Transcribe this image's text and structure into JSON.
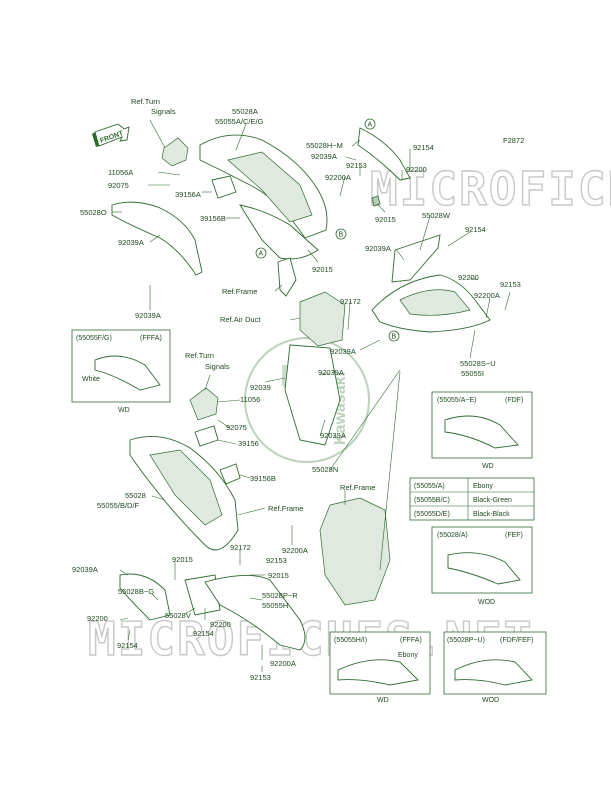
{
  "figure_code": "F2872",
  "front_label": "FRONT",
  "logo_text": "Kawasaki",
  "watermark": "MICROFICHES.NET",
  "callouts": [
    {
      "id": "ref-turn-signals-top-1",
      "text": "Ref.Turn"
    },
    {
      "id": "ref-turn-signals-top-2",
      "text": "Signals"
    },
    {
      "id": "p55028a",
      "text": "55028A"
    },
    {
      "id": "p55055aceg",
      "text": "55055A/C/E/G"
    },
    {
      "id": "p11056a",
      "text": "11056A"
    },
    {
      "id": "p92075-top",
      "text": "92075"
    },
    {
      "id": "p39156a",
      "text": "39156A"
    },
    {
      "id": "p55028o",
      "text": "55028O"
    },
    {
      "id": "p92039a-left",
      "text": "92039A"
    },
    {
      "id": "p39156b",
      "text": "39156B"
    },
    {
      "id": "p92039a-left-bottom",
      "text": "92039A"
    },
    {
      "id": "p55028h-m",
      "text": "55028H~M"
    },
    {
      "id": "p92039a-top-right",
      "text": "92039A"
    },
    {
      "id": "p92153-top",
      "text": "92153"
    },
    {
      "id": "p92200a-top",
      "text": "92200A"
    },
    {
      "id": "p92154-top",
      "text": "92154"
    },
    {
      "id": "p92200-top",
      "text": "92200"
    },
    {
      "id": "p92015-top",
      "text": "92015"
    },
    {
      "id": "p92015-mid",
      "text": "92015"
    },
    {
      "id": "p55028w",
      "text": "55028W"
    },
    {
      "id": "p92039a-right",
      "text": "92039A"
    },
    {
      "id": "p92154-right",
      "text": "92154"
    },
    {
      "id": "p92200-right",
      "text": "92200"
    },
    {
      "id": "p92153-right",
      "text": "92153"
    },
    {
      "id": "p92200a-right",
      "text": "92200A"
    },
    {
      "id": "ref-frame-top",
      "text": "Ref.Frame"
    },
    {
      "id": "p92172-top",
      "text": "92172"
    },
    {
      "id": "ref-air-duct",
      "text": "Ref.Air Duct"
    },
    {
      "id": "p92039a-center",
      "text": "92039A"
    },
    {
      "id": "p55028s-u",
      "text": "55028S~U"
    },
    {
      "id": "p55055i",
      "text": "55055I"
    },
    {
      "id": "ref-turn-signals-mid-1",
      "text": "Ref.Turn"
    },
    {
      "id": "ref-turn-signals-mid-2",
      "text": "Signals"
    },
    {
      "id": "p92039-mid",
      "text": "92039"
    },
    {
      "id": "p92039a-mid",
      "text": "92039A"
    },
    {
      "id": "p11056",
      "text": "11056"
    },
    {
      "id": "p92075-mid",
      "text": "92075"
    },
    {
      "id": "p39156",
      "text": "39156"
    },
    {
      "id": "p92039a-mid-low",
      "text": "92039A"
    },
    {
      "id": "p55028n",
      "text": "55028N"
    },
    {
      "id": "p39156b-mid",
      "text": "39156B"
    },
    {
      "id": "p55028",
      "text": "55028"
    },
    {
      "id": "p55055bdf",
      "text": "55055/B/D/F"
    },
    {
      "id": "ref-frame-mid",
      "text": "Ref.Frame"
    },
    {
      "id": "ref-frame-right",
      "text": "Ref.Frame"
    },
    {
      "id": "p92172-low",
      "text": "92172"
    },
    {
      "id": "p92200a-low",
      "text": "92200A"
    },
    {
      "id": "p92153-low",
      "text": "92153"
    },
    {
      "id": "p92039a-low-left",
      "text": "92039A"
    },
    {
      "id": "p92015-low-1",
      "text": "92015"
    },
    {
      "id": "p92015-low-2",
      "text": "92015"
    },
    {
      "id": "p55028b-g",
      "text": "55028B~G"
    },
    {
      "id": "p55028v",
      "text": "55028V"
    },
    {
      "id": "p55028p-r",
      "text": "55028P~R"
    },
    {
      "id": "p55055h",
      "text": "55055H"
    },
    {
      "id": "p92200-low",
      "text": "92200"
    },
    {
      "id": "p92154-low",
      "text": "92154"
    },
    {
      "id": "p92200-low-left",
      "text": "92200"
    },
    {
      "id": "p92154-low-left",
      "text": "92154"
    },
    {
      "id": "p92200a-bottom",
      "text": "92200A"
    },
    {
      "id": "p92153-bottom",
      "text": "92153"
    }
  ],
  "circle_refs": [
    {
      "id": "circle-a-top",
      "text": "A"
    },
    {
      "id": "circle-a-left",
      "text": "A"
    },
    {
      "id": "circle-b-mid",
      "text": "B"
    },
    {
      "id": "circle-b-right",
      "text": "B"
    }
  ],
  "insets": {
    "ffa_top": {
      "header": "(55055F/G)",
      "code": "(FFFA)",
      "note": "White",
      "footer": "WD"
    },
    "fdf": {
      "header": "(55055/A~E)",
      "code": "(FDF)",
      "footer": "WD"
    },
    "fef": {
      "header": "(55028/A)",
      "code": "(FEF)",
      "footer": "WOD"
    },
    "ffa_bottom": {
      "header": "(55055H/I)",
      "code": "(FFFA)",
      "note": "Ebony",
      "footer": "WD"
    },
    "fdf_fef": {
      "header": "(55028P~U)",
      "code": "(FDF/FEF)",
      "footer": "WOD"
    }
  },
  "color_table": [
    {
      "part": "(55055/A)",
      "color": "Ebony"
    },
    {
      "part": "(55055B/C)",
      "color": "Black-Green"
    },
    {
      "part": "(55055D/E)",
      "color": "Black-Black"
    }
  ]
}
